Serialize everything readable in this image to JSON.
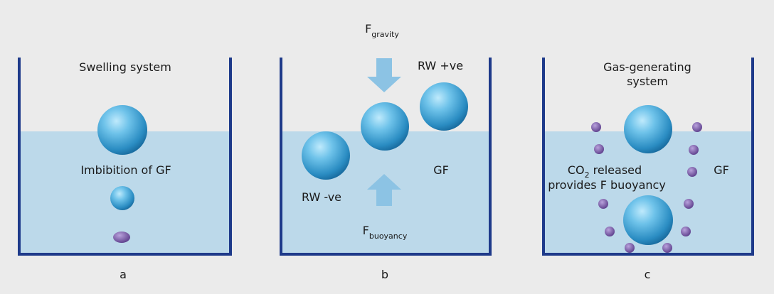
{
  "colors": {
    "background": "#ebebeb",
    "beaker_wall": "#1e3a8a",
    "liquid": "#bcd9ea",
    "sphere_light": "#8fd4f2",
    "sphere_dark": "#1670a3",
    "gas_bubble": "#7b5aa8",
    "arrow": "#8cc3e4"
  },
  "panels": {
    "a": {
      "title": "Swelling system",
      "label": "Imbibition of GF",
      "caption": "a"
    },
    "b": {
      "f_main": "F",
      "f_gravity_sub": "gravity",
      "f_buoyancy_sub": "buoyancy",
      "rw_positive": "RW  +ve",
      "rw_negative": "RW  -ve",
      "gf_label": "GF",
      "caption": "b"
    },
    "c": {
      "title_line1": "Gas-generating",
      "title_line2": "system",
      "co2_prefix": "CO",
      "co2_sub": "2",
      "co2_suffix": " released",
      "provides_line": "provides F buoyancy",
      "gf_label": "GF",
      "caption": "c"
    }
  },
  "icons": {
    "gravity_arrow": "arrow-down-icon",
    "buoyancy_arrow": "arrow-up-icon"
  }
}
